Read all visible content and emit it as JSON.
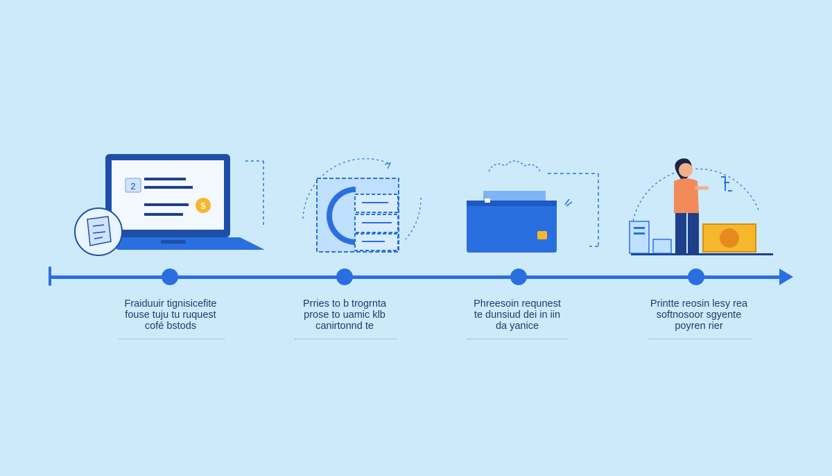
{
  "steps": [
    {
      "lines": [
        "Fraiduuir tignisicefite",
        "fouse tuju tu ruquest",
        "cofé bstods"
      ],
      "icon": "laptop-payment-icon"
    },
    {
      "lines": [
        "Prries to b trogrnta",
        "prose to uamic klb",
        "canirtonnd te"
      ],
      "icon": "document-process-icon"
    },
    {
      "lines": [
        "Phreesoin  requnest",
        "te dunsiud dei in iin",
        "da yanice"
      ],
      "icon": "printer-icon"
    },
    {
      "lines": [
        "Printte reosin lesy rea",
        "softnosoor sgyente",
        "poyren rier"
      ],
      "icon": "person-cheque-icon"
    }
  ],
  "laptop_screen_number": "2",
  "coin_symbol": "$",
  "colors": {
    "background": "#cdeafb",
    "accent": "#2a6fe0",
    "coin": "#f5b72c",
    "person": "#f28a5a"
  }
}
